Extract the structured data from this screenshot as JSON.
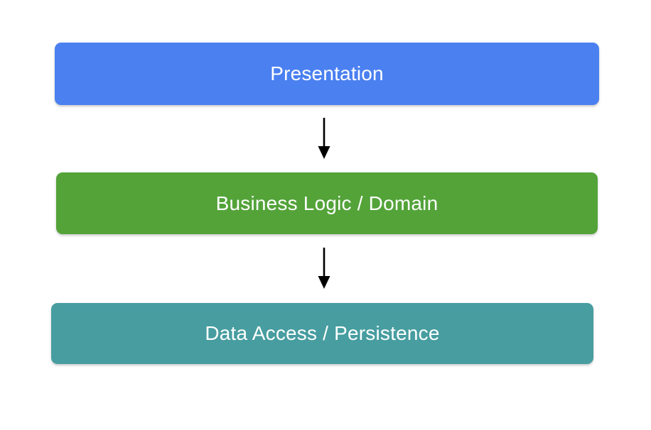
{
  "diagram": {
    "background": "#ffffff",
    "text_color": "#ffffff",
    "arrow_color": "#000000",
    "layers": [
      {
        "label": "Presentation",
        "color": "#4a80f0"
      },
      {
        "label": "Business Logic / Domain",
        "color": "#53a339"
      },
      {
        "label": "Data Access / Persistence",
        "color": "#479da0"
      }
    ],
    "arrows": [
      {
        "name": "arrow-down-icon",
        "from": "Presentation",
        "to": "Business Logic / Domain"
      },
      {
        "name": "arrow-down-icon",
        "from": "Business Logic / Domain",
        "to": "Data Access / Persistence"
      }
    ]
  }
}
